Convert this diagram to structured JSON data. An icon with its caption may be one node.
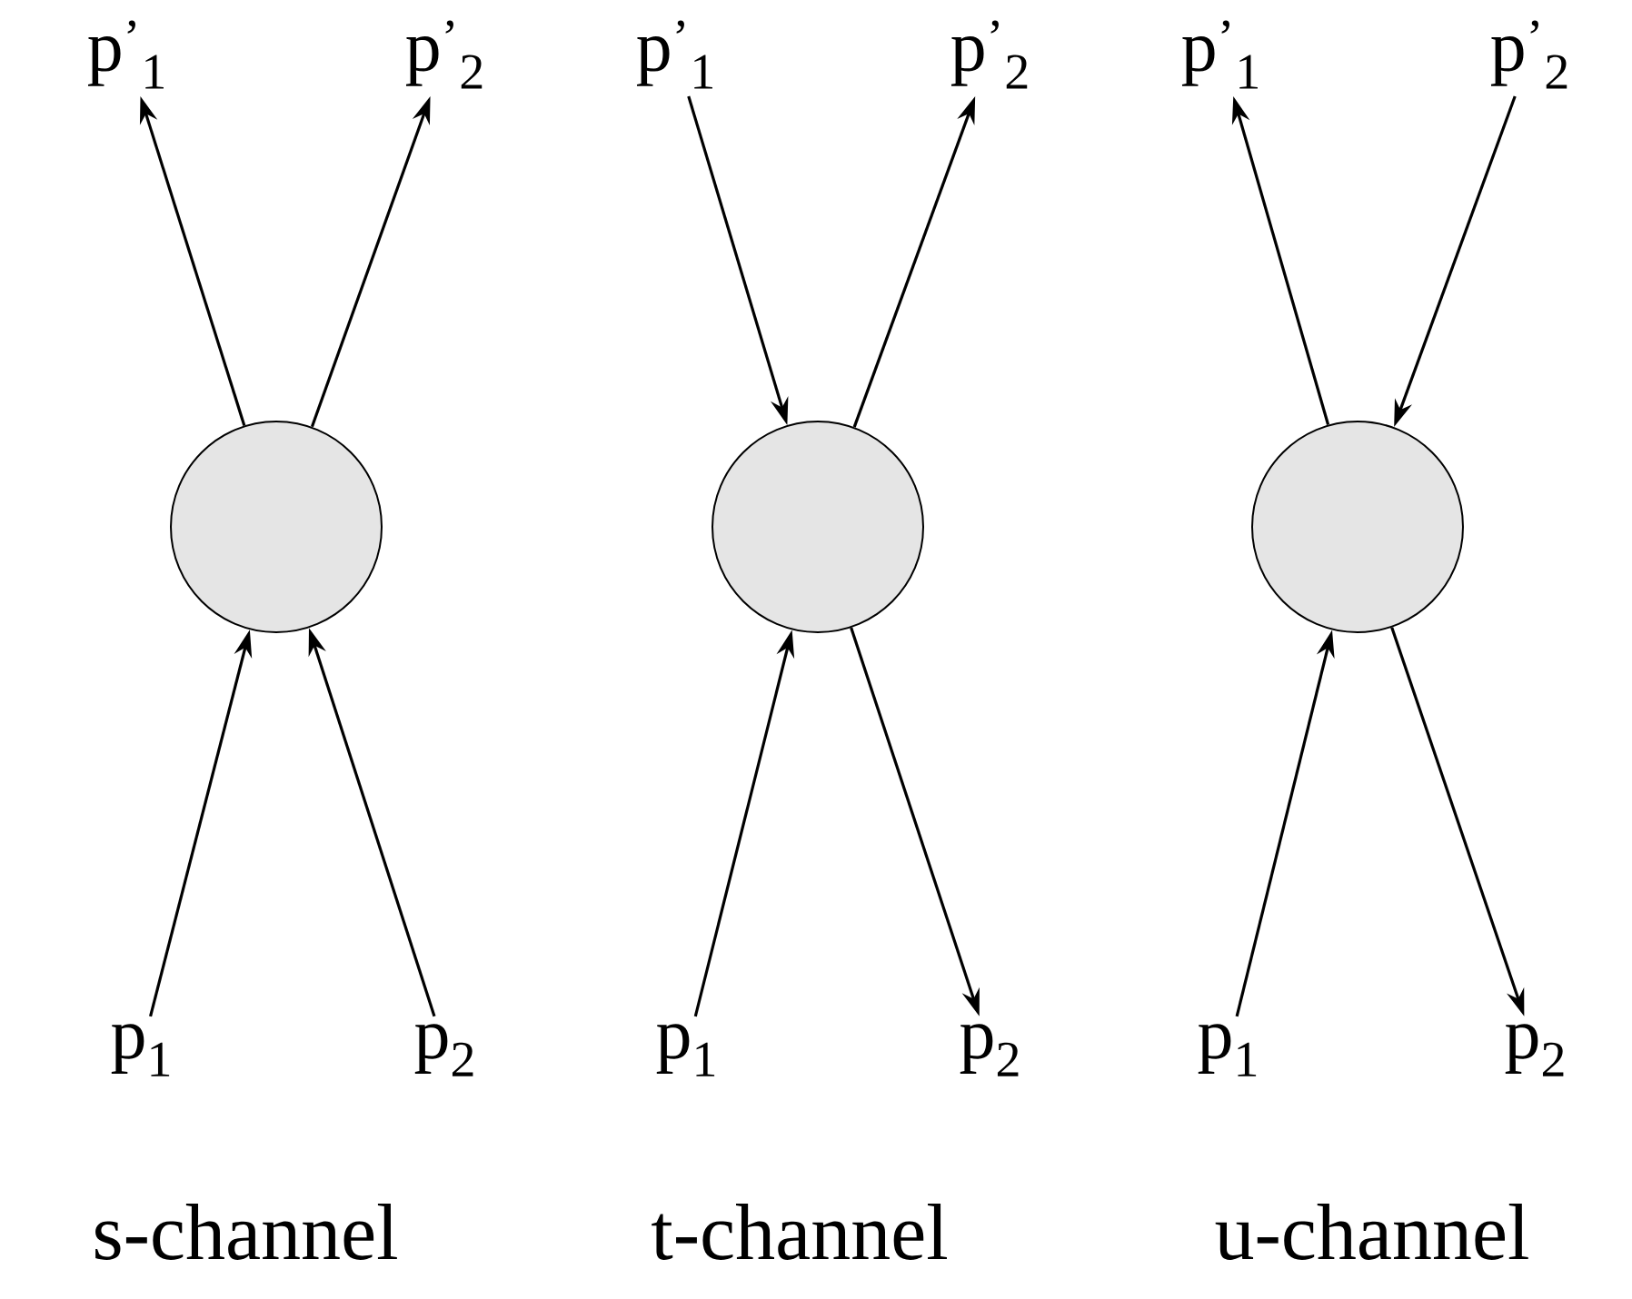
{
  "diagram": {
    "nodes": [
      {
        "text": [
          "p$^{’}$$_{1}$"
        ]
      },
      {
        "text": [
          "p$^{’}$$_{2}$"
        ]
      },
      {
        "text": [],
        "shape": "circle"
      },
      {
        "text": [
          "p$_{1}$"
        ]
      },
      {
        "text": [
          "p$_{2}$"
        ]
      },
      {
        "text": [
          "p$^{’}$$_{1}$"
        ]
      },
      {
        "text": [
          "p$^{’}$$_{2}$"
        ]
      },
      {
        "text": [],
        "shape": "circle"
      },
      {
        "text": [
          "p$_{1}$"
        ]
      },
      {
        "text": [
          "p$_{2}$"
        ]
      },
      {
        "text": [
          "p$^{’}$$_{1}$"
        ]
      },
      {
        "text": [
          "p$^{’}$$_{2}$"
        ]
      },
      {
        "text": [],
        "shape": "circle"
      },
      {
        "text": [
          "p$_{1}$"
        ]
      },
      {
        "text": [
          "p$_{2}$"
        ]
      }
    ],
    "edges": [
      {
        "from": 2,
        "to": 0,
        "arrow": "to"
      },
      {
        "from": 2,
        "to": 1,
        "arrow": "to"
      },
      {
        "from": 3,
        "to": 2,
        "arrow": "to"
      },
      {
        "from": 4,
        "to": 2,
        "arrow": "to"
      },
      {
        "from": 5,
        "to": 7,
        "arrow": "to"
      },
      {
        "from": 7,
        "to": 6,
        "arrow": "to"
      },
      {
        "from": 8,
        "to": 7,
        "arrow": "to"
      },
      {
        "from": 7,
        "to": 9,
        "arrow": "to"
      },
      {
        "from": 12,
        "to": 10,
        "arrow": "to"
      },
      {
        "from": 11,
        "to": 12,
        "arrow": "to"
      },
      {
        "from": 13,
        "to": 12,
        "arrow": "to"
      },
      {
        "from": 12,
        "to": 14,
        "arrow": "to"
      }
    ],
    "labels": [
      "s-channel",
      "t-channel",
      "u-channel"
    ]
  }
}
